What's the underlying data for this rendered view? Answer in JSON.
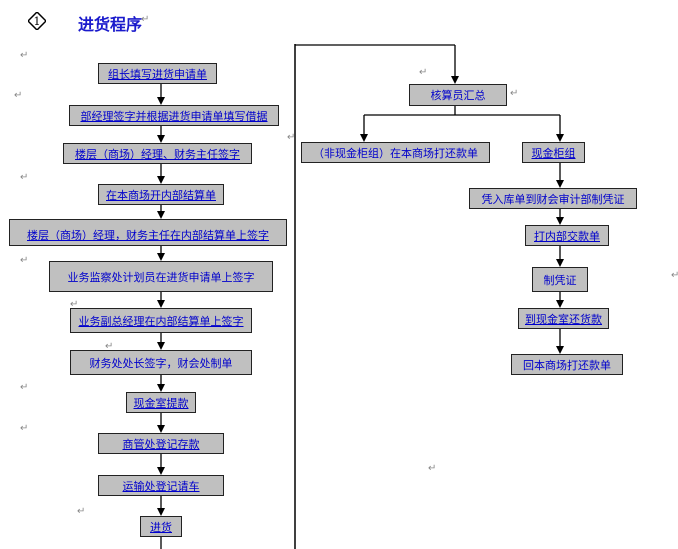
{
  "header": {
    "number": "1",
    "title": "进货程序"
  },
  "paragraph_mark": "↵",
  "left_flow": [
    "组长填写进货申请单",
    "部经理签字并根据进货申请单填写借据",
    "楼层（商场）经理、财务主任签字",
    "在本商场开内部结算单",
    "楼层（商场）经理，财务主任在内部结算单上签字",
    "业务监察处计划员在进货申请单上签字",
    "业务副总经理在内部结算单上签字",
    "财务处处长签字，财会处制单",
    "现金室提款",
    "商管处登记存款",
    "运输处登记请车",
    "进货"
  ],
  "right_flow": {
    "summary": "核算员汇总",
    "non_cash": "（非现金柜组）在本商场打还款单",
    "cash": "现金柜组",
    "steps": [
      "凭入库单到财会审计部制凭证",
      "打内部交款单",
      "制凭证",
      "到现金室还货款",
      "回本商场打还款单"
    ]
  }
}
